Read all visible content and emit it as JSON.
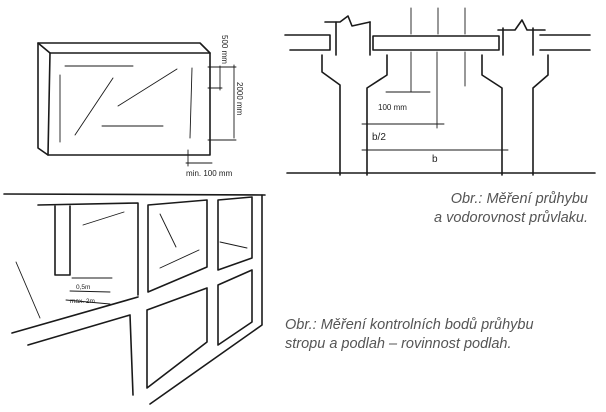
{
  "figure1": {
    "labels": {
      "top": "500 mm",
      "height": "2000 mm",
      "edge": "min. 100 mm"
    }
  },
  "figure2": {
    "labels": {
      "offset": "100 mm",
      "half": "b/2",
      "full": "b"
    },
    "caption_line1": "Obr.: Měření průhybu",
    "caption_line2": "a vodorovnost průvlaku."
  },
  "figure3": {
    "labels": {
      "spacing": "0,5m",
      "max": "max. 2m"
    },
    "caption_line1": "Obr.: Měření kontrolních bodů průhybu",
    "caption_line2": "stropu a podlah – rovinnost podlah."
  }
}
